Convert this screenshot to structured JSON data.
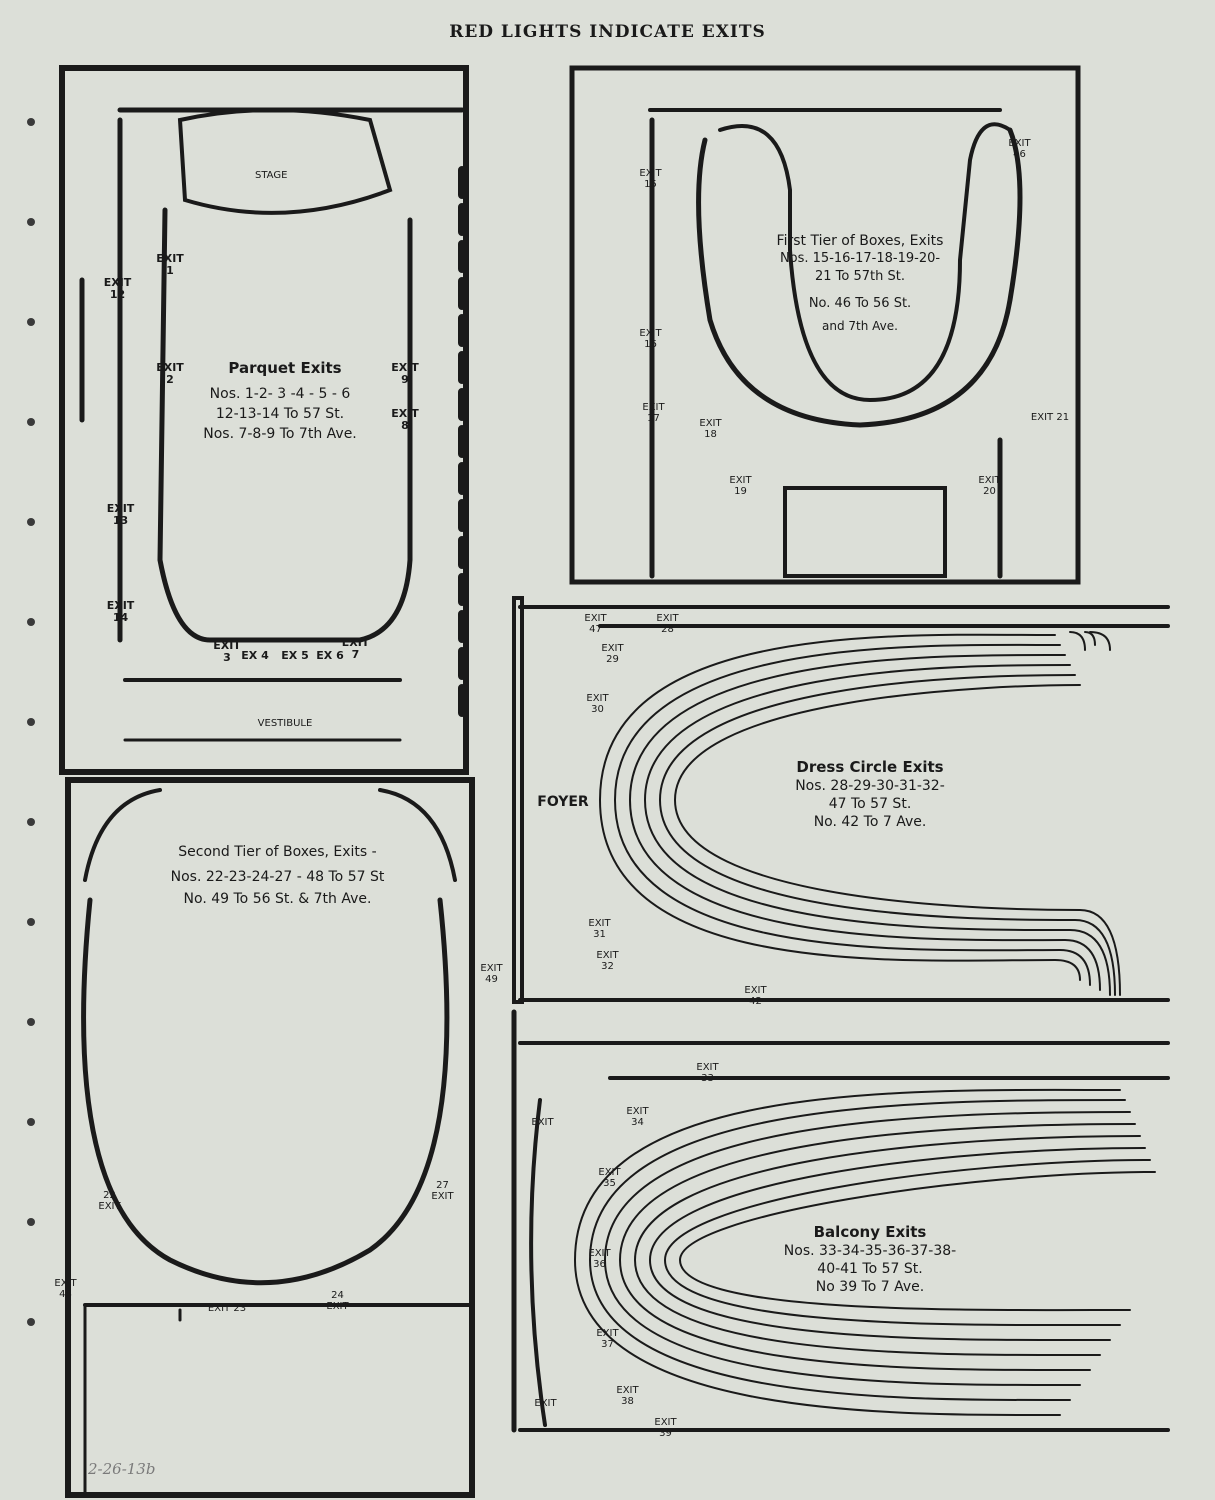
{
  "header": "RED LIGHTS INDICATE EXITS",
  "handnote": "2-26-13b",
  "parquet": {
    "title": "Parquet Exits",
    "line1": "Nos. 1-2- 3 -4 - 5 - 6",
    "line2": "12-13-14 To 57 St.",
    "line3": "Nos. 7-8-9 To 7th Ave.",
    "stage": "STAGE",
    "vestibule": "VESTIBULE",
    "exits": [
      "EXIT 1",
      "EXIT 2",
      "EXIT 9",
      "EXIT 8",
      "EXIT 12",
      "EXIT 13",
      "EXIT 14",
      "EXIT 3",
      "EX 4",
      "EX 5",
      "EX 6",
      "EXIT 7"
    ]
  },
  "first_tier": {
    "title": "First Tier of Boxes, Exits",
    "line1": "Nos. 15-16-17-18-19-20-",
    "line2": "21 To 57th St.",
    "line3": "No. 46 To 56 St.",
    "line4": "and 7th Ave.",
    "exits": [
      "EXIT 15",
      "EXIT 16",
      "EXIT 17",
      "EXIT 18",
      "EXIT 19",
      "EXIT 46",
      "EXIT 21",
      "EXIT 20"
    ]
  },
  "dress_circle": {
    "title": "Dress Circle Exits",
    "line1": "Nos. 28-29-30-31-32-",
    "line2": "47 To 57 St.",
    "line3": "No. 42 To 7 Ave.",
    "foyer": "FOYER",
    "exits": [
      "EXIT 47",
      "EXIT 28",
      "EXIT 29",
      "EXIT 30",
      "EXIT 31",
      "EXIT 32",
      "EXIT 42"
    ]
  },
  "second_tier": {
    "title": "Second Tier of Boxes, Exits -",
    "line1": "Nos. 22-23-24-27 - 48 To 57 St",
    "line2": "No. 49 To 56 St. & 7th Ave.",
    "exits": [
      "EXIT 49",
      "22 EXIT",
      "27 EXIT",
      "EXIT 48",
      "EXIT 23",
      "24 EXIT"
    ]
  },
  "balcony": {
    "title": "Balcony Exits",
    "line1": "Nos. 33-34-35-36-37-38-",
    "line2": "40-41 To 57 St.",
    "line3": "No 39 To 7 Ave.",
    "exits": [
      "EXIT 33",
      "EXIT",
      "EXIT 34",
      "EXIT 35",
      "EXIT 36",
      "EXIT 37",
      "EXIT 38",
      "EXIT 39",
      "EXIT"
    ]
  }
}
